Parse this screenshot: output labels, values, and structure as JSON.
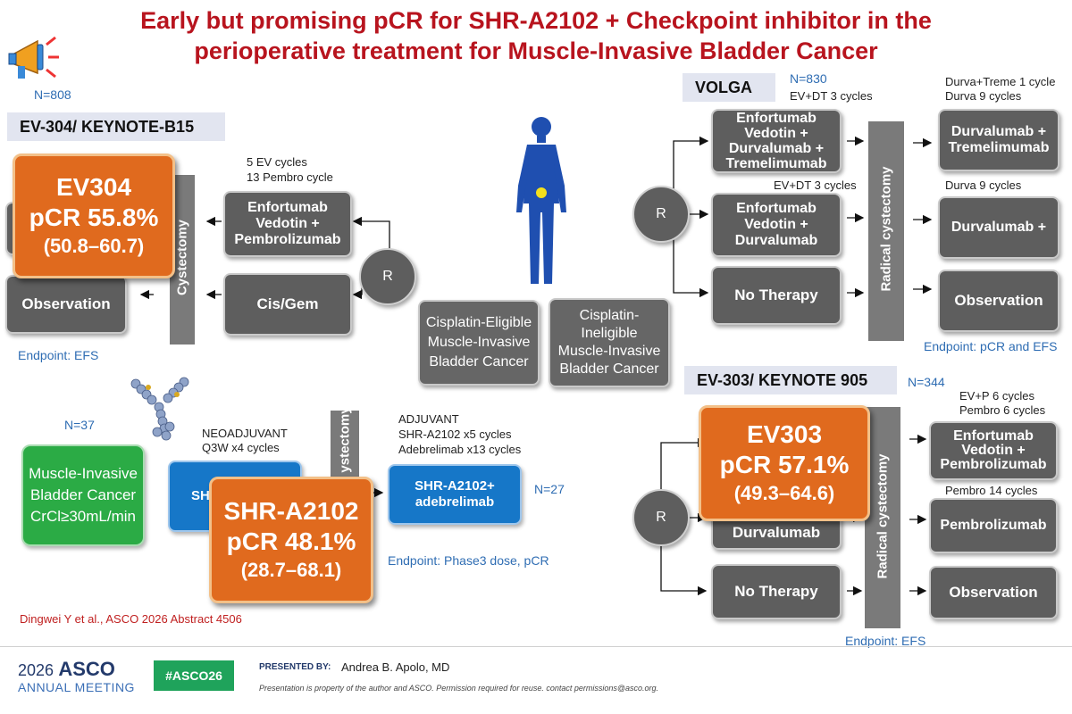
{
  "title": {
    "line1": "Early but promising pCR for SHR-A2102 + Checkpoint inhibitor in the",
    "line2": "perioperative treatment for Muscle-Invasive Bladder Cancer"
  },
  "colors": {
    "title": "#b8141e",
    "orange": "#e06a1e",
    "gray": "#5e5e5e",
    "blue": "#1677c8",
    "green": "#2bab45",
    "accent_text": "#2f6db3"
  },
  "ev304": {
    "n": "N=808",
    "band": "EV-304/ KEYNOTE-B15",
    "cycles_line1": "5 EV cycles",
    "cycles_line2": "13 Pembro cycle",
    "arm1": "Enfortumab Vedotin + Pembrolizumab",
    "arm2": "Cis/Gem",
    "observation": "Observation",
    "cystectomy": "Cystectomy",
    "r": "R",
    "endpoint": "Endpoint: EFS",
    "highlight": {
      "l1": "EV304",
      "l2": "pCR 55.8%",
      "l3": "(50.8–60.7)"
    }
  },
  "center": {
    "eligible": [
      "Cisplatin-Eligible",
      "Muscle-Invasive",
      "Bladder Cancer"
    ],
    "ineligible": [
      "Cisplatin-",
      "Ineligible",
      "Muscle-Invasive",
      "Bladder Cancer"
    ]
  },
  "volga": {
    "band": "VOLGA",
    "n": "N=830",
    "ev_dt_top": "EV+DT 3 cycles",
    "ev_dt_mid": "EV+DT 3 cycles",
    "arm1": "Enfortumab Vedotin + Durvalumab + Tremelimumab",
    "arm2": "Enfortumab Vedotin + Durvalumab",
    "arm3": "No Therapy",
    "r": "R",
    "cystectomy": "Radical cystectomy",
    "adj_note1_line1": "Durva+Treme 1 cycle",
    "adj_note1_line2": "Durva 9 cycles",
    "adj_note2": "Durva 9 cycles",
    "adj1": "Durvalumab + Tremelimumab",
    "adj2": "Durvalumab +",
    "adj3": "Observation",
    "endpoint": "Endpoint: pCR and EFS"
  },
  "shr": {
    "n": "N=37",
    "population": [
      "Muscle-Invasive",
      "Bladder Cancer",
      "CrCl≥30mL/min"
    ],
    "neo_label1": "NEOADJUVANT",
    "neo_label2": "Q3W x4 cycles",
    "neo_box": "SHR- adeb",
    "cystectomy": "ystectomy",
    "adj_label1": "ADJUVANT",
    "adj_label2": "SHR-A2102 x5 cycles",
    "adj_label3": "Adebrelimab x13 cycles",
    "adj_box": "SHR-A2102+ adebrelimab",
    "n2": "N=27",
    "endpoint": "Endpoint: Phase3 dose, pCR",
    "highlight": {
      "l1": "SHR-A2102",
      "l2": "pCR 48.1%",
      "l3": "(28.7–68.1)"
    },
    "citation": "Dingwei Y et al., ASCO 2026 Abstract 4506"
  },
  "ev303": {
    "band": "EV-303/ KEYNOTE 905",
    "n": "N=344",
    "note1_line1": "EV+P 6 cycles",
    "note1_line2": "Pembro 6 cycles",
    "note2": "Pembro 14 cycles",
    "r": "R",
    "partial_arm": "Durvalumab",
    "arm3": "No Therapy",
    "cystectomy": "Radical cystectomy",
    "adj1": "Enfortumab Vedotin + Pembrolizumab",
    "adj2": "Pembrolizumab",
    "adj3": "Observation",
    "endpoint": "Endpoint: EFS",
    "highlight": {
      "l1": "EV303",
      "l2": "pCR 57.1%",
      "l3": "(49.3–64.6)"
    }
  },
  "footer": {
    "asco_year": "2026",
    "asco_name": "ASCO",
    "asco_sub": "ANNUAL MEETING",
    "hashtag": "#ASCO26",
    "presented_by": "PRESENTED BY:",
    "presenter": "Andrea B. Apolo, MD",
    "disclaimer": "Presentation is property of the author and ASCO. Permission required for reuse. contact permissions@asco.org."
  }
}
